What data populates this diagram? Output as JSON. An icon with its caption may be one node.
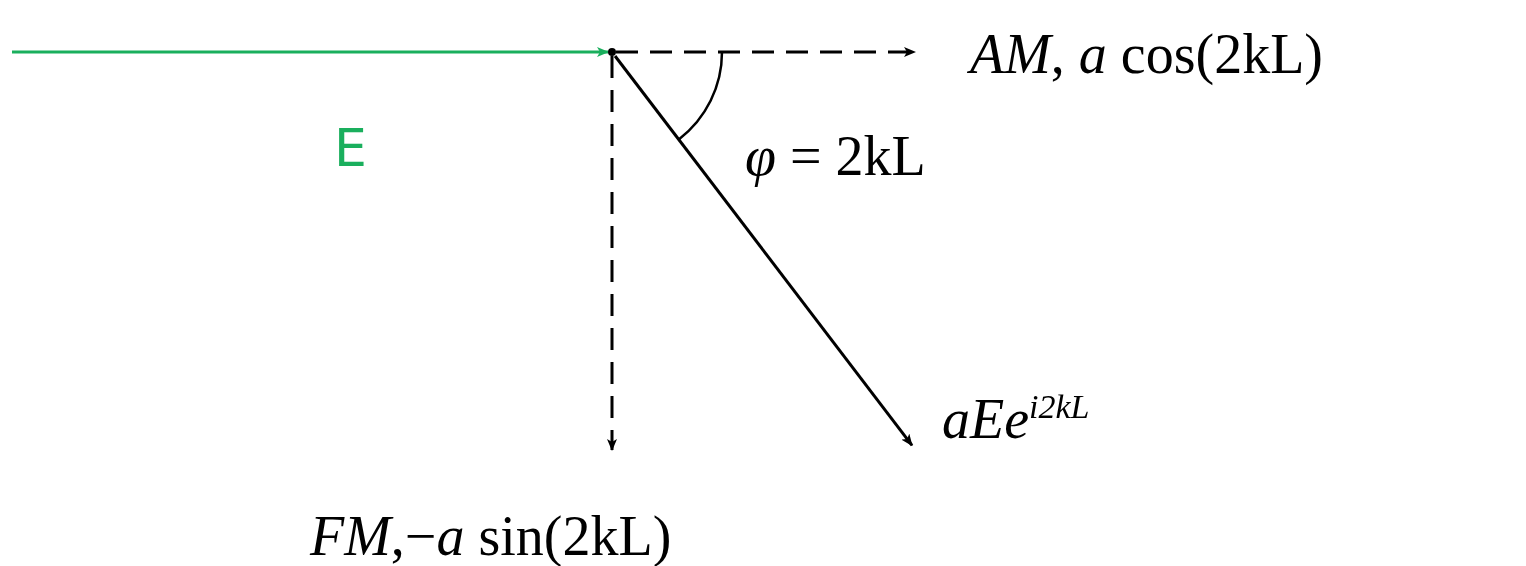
{
  "diagram": {
    "nodes": [
      {
        "text": [],
        "shape": "point"
      },
      {
        "text": [
          "*AM*, *a* cos(2kL)"
        ]
      },
      {
        "text": [
          "*aEe*$^{i2kL}$"
        ]
      },
      {
        "text": [
          "*FM*,−*a* sin(2kL)"
        ]
      }
    ],
    "edges": [
      {
        "from": null,
        "to": 0,
        "arrow": "to",
        "label": "E",
        "color": "#1aaf5d"
      },
      {
        "from": 0,
        "to": 1,
        "arrow": "to",
        "style": "dashed"
      },
      {
        "from": 0,
        "to": 2,
        "arrow": "to"
      },
      {
        "from": 0,
        "to": 3,
        "arrow": "to",
        "style": "dashed"
      }
    ],
    "labels": [
      "*φ* = 2kL"
    ]
  }
}
